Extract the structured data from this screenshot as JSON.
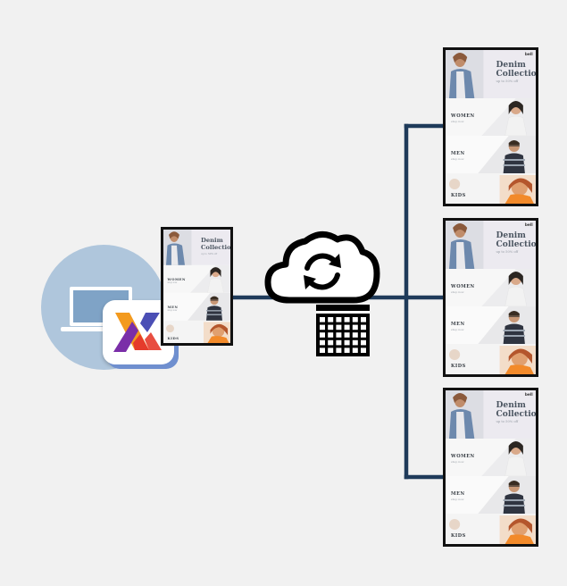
{
  "colors": {
    "background": "#f1f1f1",
    "connector": "#1f3b5a",
    "device_circle": "#afc6dc",
    "laptop": "#7fa3c6",
    "screen_border": "#111111"
  },
  "icons": {
    "laptop": "laptop-icon",
    "app": "app-logo-icon",
    "cloud_sync": "cloud-sync-icon",
    "calendar": "calendar-icon"
  },
  "screen_content": {
    "brand": "bell",
    "title_line1": "Denim",
    "title_line2": "Collection",
    "subtitle": "up to 50% off",
    "section_women": "WOMEN",
    "section_men": "MEN",
    "section_kids": "KIDS",
    "section_sub": "shop now"
  }
}
